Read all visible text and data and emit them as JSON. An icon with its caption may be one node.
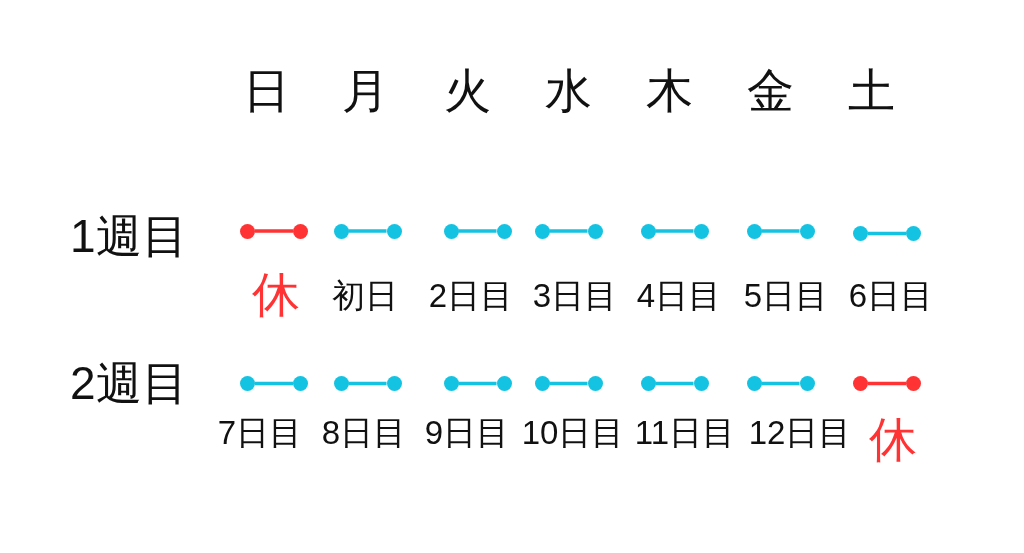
{
  "diagram": {
    "nodes": [
      {
        "text": [],
        "shape": "circle"
      },
      {
        "text": [],
        "shape": "circle"
      },
      {
        "text": [],
        "shape": "circle"
      },
      {
        "text": [],
        "shape": "circle"
      },
      {
        "text": [],
        "shape": "circle"
      },
      {
        "text": [],
        "shape": "circle"
      },
      {
        "text": [],
        "shape": "circle"
      },
      {
        "text": [],
        "shape": "circle"
      },
      {
        "text": [],
        "shape": "circle"
      },
      {
        "text": [],
        "shape": "circle"
      },
      {
        "text": [],
        "shape": "circle"
      },
      {
        "text": [],
        "shape": "circle"
      },
      {
        "text": [],
        "shape": "circle"
      },
      {
        "text": [],
        "shape": "circle"
      },
      {
        "text": [],
        "shape": "circle"
      },
      {
        "text": [],
        "shape": "circle"
      },
      {
        "text": [],
        "shape": "circle"
      },
      {
        "text": [],
        "shape": "circle"
      },
      {
        "text": [],
        "shape": "circle"
      },
      {
        "text": [],
        "shape": "circle"
      },
      {
        "text": [],
        "shape": "circle"
      },
      {
        "text": [],
        "shape": "circle"
      },
      {
        "text": [],
        "shape": "circle"
      },
      {
        "text": [],
        "shape": "circle"
      },
      {
        "text": [],
        "shape": "circle"
      },
      {
        "text": [],
        "shape": "circle"
      },
      {
        "text": [],
        "shape": "circle"
      },
      {
        "text": [],
        "shape": "circle"
      }
    ],
    "edges": [
      {
        "from": 0,
        "to": 1,
        "arrow": "none",
        "color": "#ff3333"
      },
      {
        "from": 2,
        "to": 3,
        "arrow": "none"
      },
      {
        "from": 4,
        "to": 5,
        "arrow": "none"
      },
      {
        "from": 6,
        "to": 7,
        "arrow": "none"
      },
      {
        "from": 8,
        "to": 9,
        "arrow": "none"
      },
      {
        "from": 10,
        "to": 11,
        "arrow": "none"
      },
      {
        "from": 12,
        "to": 13,
        "arrow": "none"
      },
      {
        "from": 14,
        "to": 15,
        "arrow": "none"
      },
      {
        "from": 16,
        "to": 17,
        "arrow": "none"
      },
      {
        "from": 18,
        "to": 19,
        "arrow": "none"
      },
      {
        "from": 20,
        "to": 21,
        "arrow": "none"
      },
      {
        "from": 22,
        "to": 23,
        "arrow": "none"
      },
      {
        "from": 24,
        "to": 25,
        "arrow": "none"
      },
      {
        "from": 26,
        "to": 27,
        "arrow": "none",
        "color": "#ff3333"
      }
    ],
    "labels": [
      "日",
      "月",
      "火",
      "水",
      "木",
      "金",
      "土",
      "1週目",
      "休",
      "初日",
      "2日目",
      "3日目",
      "4日目",
      "5日目",
      "6日目",
      "2週目",
      "7日目",
      "8日目",
      "9日目",
      "10日目",
      "11日目",
      "12日目",
      "休"
    ]
  }
}
